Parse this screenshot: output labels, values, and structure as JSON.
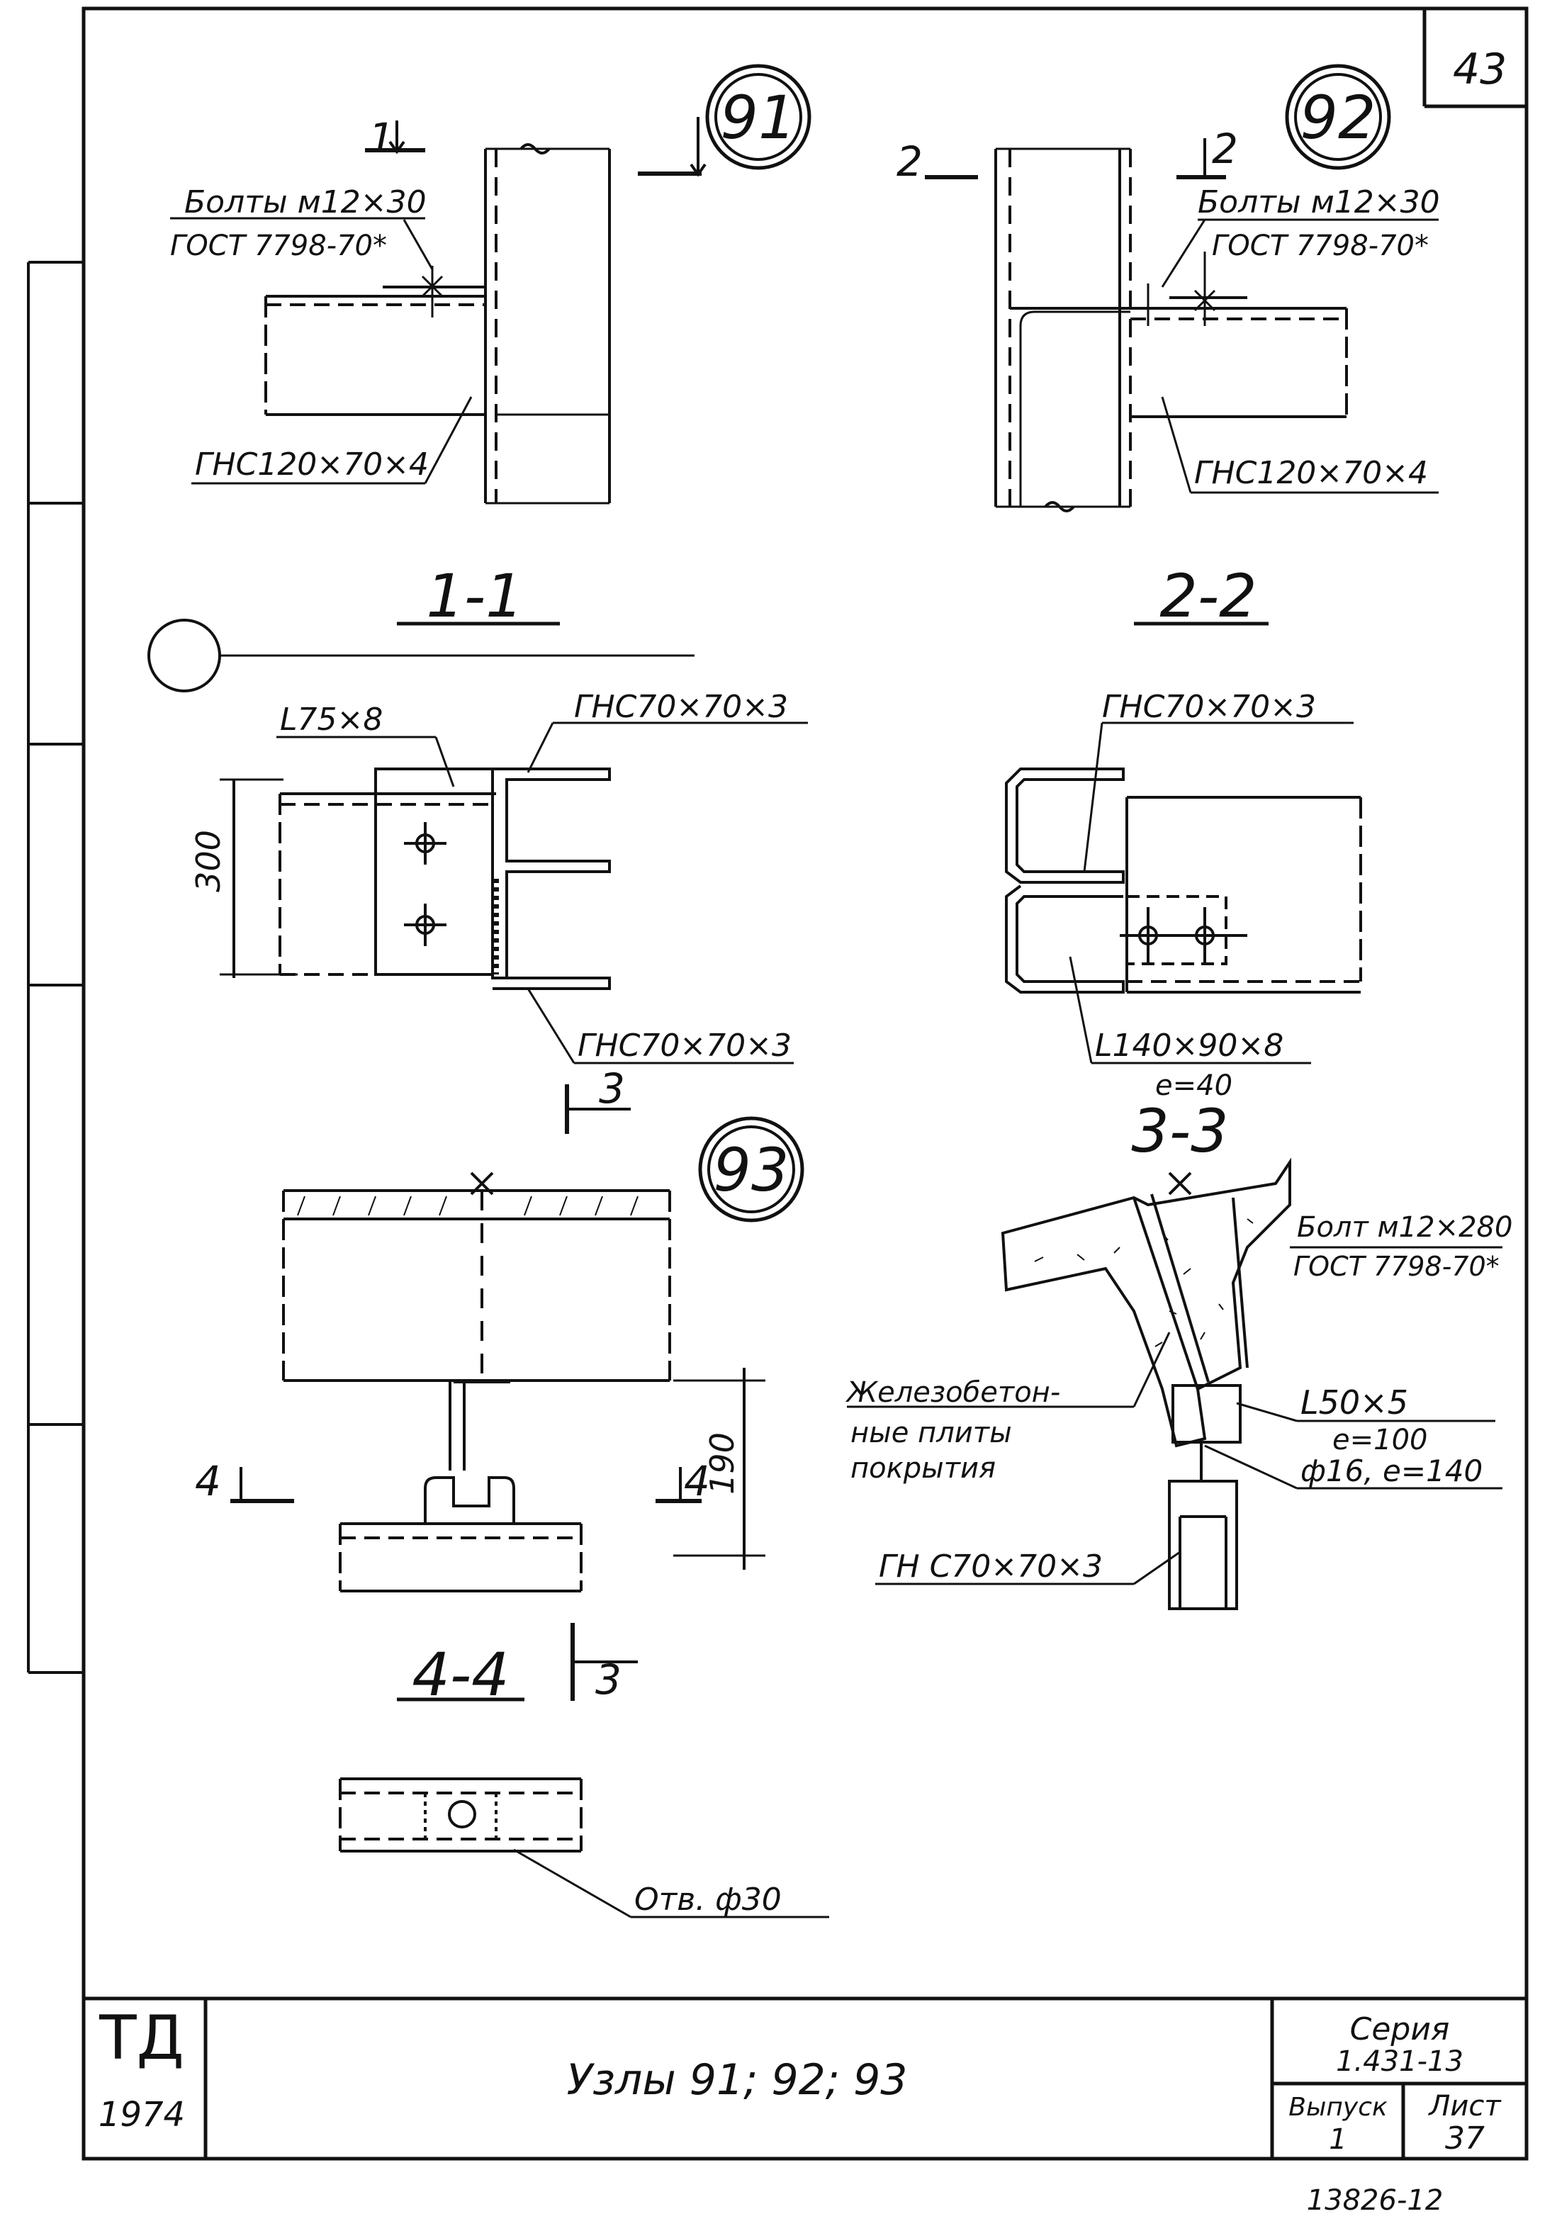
{
  "page_number": "43",
  "node_labels": {
    "n91": "91",
    "n92": "92",
    "n93": "93"
  },
  "detail_91": {
    "cut_mark": "1",
    "bolt_label": "Болты м12×30",
    "bolt_standard": "ГОСТ 7798-70*",
    "beam_label": "ГНС120×70×4"
  },
  "detail_92": {
    "cut_mark_left": "2",
    "cut_mark_right": "2",
    "bolt_label": "Болты м12×30",
    "bolt_standard": "ГОСТ 7798-70*",
    "beam_label": "ГНС120×70×4"
  },
  "section_1_1": {
    "title": "1-1",
    "angle_label": "L75×8",
    "profile_top": "ГНС70×70×3",
    "profile_bottom": "ГНС70×70×3",
    "dimension": "300"
  },
  "section_2_2": {
    "title": "2-2",
    "profile": "ГНС70×70×3",
    "angle_label": "L140×90×8",
    "angle_length": "e=40"
  },
  "detail_93": {
    "cut_mark_3": "3",
    "cut_mark_4_left": "4",
    "cut_mark_4_right": "4",
    "dimension": "190"
  },
  "section_3_3": {
    "title": "3-3",
    "bolt_label": "Болт м12×280",
    "bolt_standard": "ГОСТ 7798-70*",
    "slab_label_1": "Железобетон-",
    "slab_label_2": "ные плиты",
    "slab_label_3": "покрытия",
    "angle_label": "L50×5",
    "angle_length": "e=100",
    "rod_label": "ф16, e=140",
    "profile_label": "ГН С70×70×3"
  },
  "section_4_4": {
    "title": "4-4",
    "cut_mark": "3",
    "hole_label": "Отв. ф30"
  },
  "title_block": {
    "org": "ТД",
    "year": "1974",
    "drawing_title": "Узлы 91; 92; 93",
    "series_label": "Серия",
    "series_value": "1.431-13",
    "issue_label": "Выпуск",
    "issue_value": "1",
    "sheet_label": "Лист",
    "sheet_value": "37"
  },
  "archive_number": "13826-12"
}
